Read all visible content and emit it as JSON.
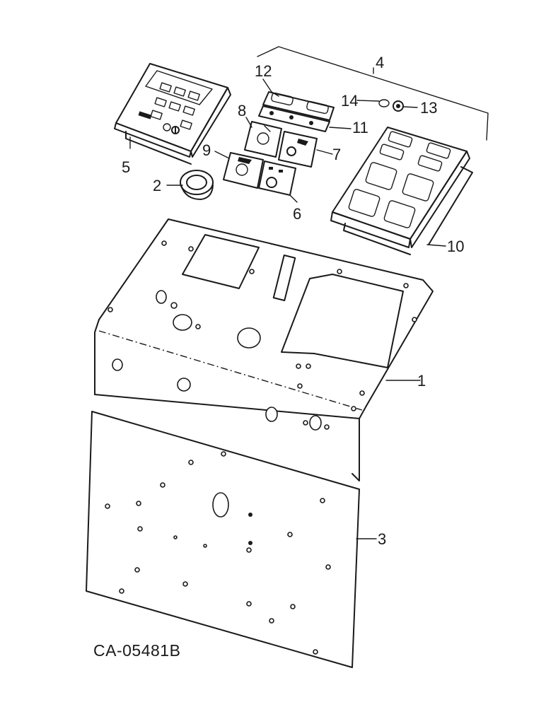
{
  "callouts": {
    "c1": "1",
    "c2": "2",
    "c3": "3",
    "c4": "4",
    "c5": "5",
    "c6": "6",
    "c7": "7",
    "c8": "8",
    "c9": "9",
    "c10": "10",
    "c11": "11",
    "c12": "12",
    "c13": "13",
    "c14": "14"
  },
  "drawing_code": "CA-05481B",
  "colors": {
    "ink": "#1a1a1a",
    "paper": "#ffffff"
  }
}
